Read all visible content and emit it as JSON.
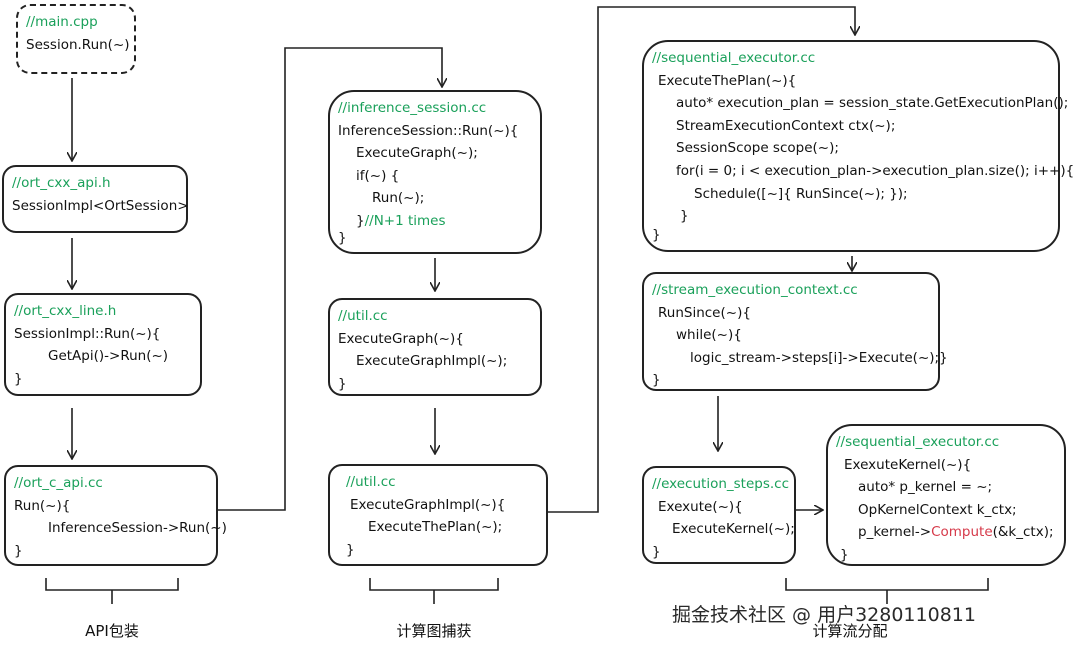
{
  "boxes": {
    "main": {
      "comment": "//main.cpp",
      "code": [
        "Session.Run(~)"
      ]
    },
    "cxx_api": {
      "comment": "//ort_cxx_api.h",
      "code": [
        "SessionImpl<OrtSession>"
      ]
    },
    "cxx_line": {
      "comment": "//ort_cxx_line.h",
      "code": [
        "SessionImpl::Run(~){",
        "GetApi()->Run(~)",
        "}"
      ]
    },
    "c_api": {
      "comment": "//ort_c_api.cc",
      "code": [
        "Run(~){",
        "InferenceSession->Run(~)",
        "}"
      ]
    },
    "inference": {
      "comment": "//inference_session.cc",
      "code": [
        "InferenceSession::Run(~){",
        "ExecuteGraph(~);",
        "if(~) {",
        "Run(~);",
        "}",
        "}"
      ],
      "inline_comment": "//N+1 times"
    },
    "util1": {
      "comment": "//util.cc",
      "code": [
        "ExecuteGraph(~){",
        "ExecuteGraphImpl(~);",
        "}"
      ]
    },
    "util2": {
      "comment": "//util.cc",
      "code": [
        "ExecuteGraphImpl(~){",
        "ExecuteThePlan(~);",
        "}"
      ]
    },
    "seq1": {
      "comment": "//sequential_executor.cc",
      "code": [
        "ExecuteThePlan(~){",
        "auto* execution_plan = session_state.GetExecutionPlan();",
        "StreamExecutionContext ctx(~);",
        "SessionScope scope(~);",
        "for(i = 0; i < execution_plan->execution_plan.size(); i++){",
        "Schedule([~]{  RunSince(~);  });",
        "}",
        "}"
      ]
    },
    "stream": {
      "comment": "//stream_execution_context.cc",
      "code": [
        "RunSince(~){",
        "while(~){",
        "logic_stream->steps[i]->Execute(~);}",
        "}"
      ]
    },
    "steps": {
      "comment": "//execution_steps.cc",
      "code": [
        "Exexute(~){",
        "ExecuteKernel(~);",
        "}"
      ]
    },
    "seq2": {
      "comment": "//sequential_executor.cc",
      "code": [
        "ExexuteKernel(~){",
        "auto* p_kernel = ~;",
        "OpKernelContext k_ctx;",
        "p_kernel->",
        "Compute",
        "(&k_ctx);",
        "}"
      ]
    }
  },
  "captions": {
    "api": "API包装",
    "graph": "计算图捕获",
    "stream": "计算流分配"
  },
  "watermark": "掘金技术社区 @ 用户3280110811",
  "colors": {
    "comment": "#1aa05a",
    "highlight": "#d63a4a",
    "border": "#222222"
  }
}
